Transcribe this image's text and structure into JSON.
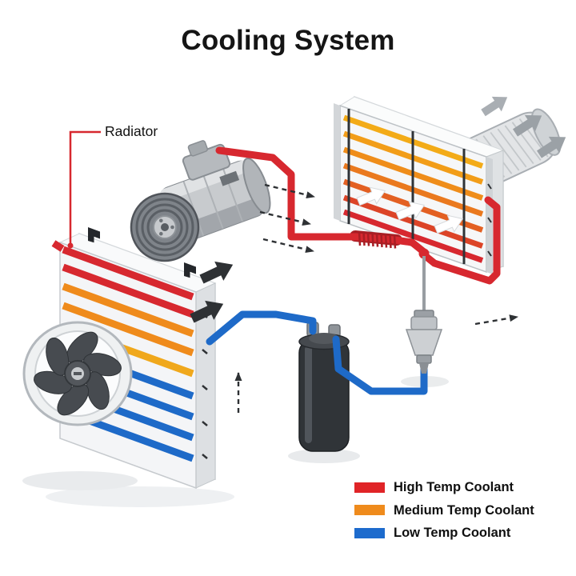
{
  "title": "Cooling System",
  "labels": {
    "radiator": "Radiator"
  },
  "legend": {
    "items": [
      {
        "label": "High Temp Coolant",
        "color": "#e02427"
      },
      {
        "label": "Medium Temp Coolant",
        "color": "#ef8b1c"
      },
      {
        "label": "Low Temp Coolant",
        "color": "#1d6bcd"
      }
    ]
  },
  "colors": {
    "c-high": "#d7282f",
    "c-med": "#ef8b1c",
    "c-low": "#1e6ac8"
  }
}
